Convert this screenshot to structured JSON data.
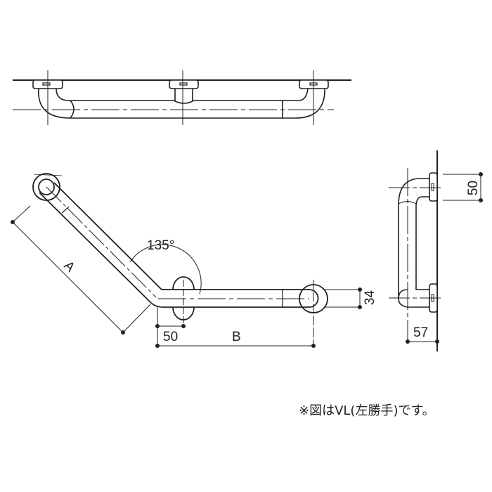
{
  "labels": {
    "angle": "135°",
    "dim_a": "A",
    "dim_b": "B",
    "dim_50_plan": "50",
    "dim_34": "34",
    "dim_50_side": "50",
    "dim_57": "57"
  },
  "note": "※図はVL(左勝手)です。",
  "colors": {
    "line": "#231f20",
    "background": "#ffffff"
  }
}
